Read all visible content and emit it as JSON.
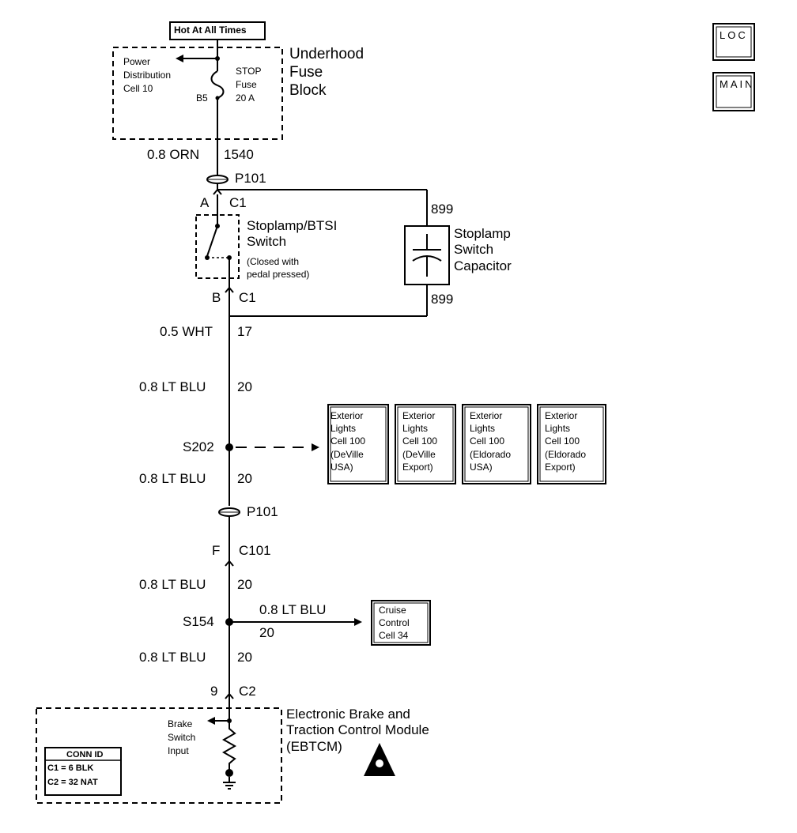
{
  "hot_label": "Hot At All Times",
  "icons": {
    "loc": "LOC",
    "main": "MAIN"
  },
  "fuse_block": {
    "title": "Underhood\nFuse\nBlock",
    "power_dist": "Power\nDistribution\nCell 10",
    "fuse_label": "STOP\nFuse\n20 A",
    "terminal": "B5"
  },
  "wire_top": {
    "gauge": "0.8 ORN",
    "circuit": "1540"
  },
  "connector_p101_top": "P101",
  "switch": {
    "pin_a": "A",
    "conn_a": "C1",
    "title": "Stoplamp/BTSI\nSwitch",
    "note": "(Closed with\npedal pressed)",
    "pin_b": "B",
    "conn_b": "C1"
  },
  "capacitor": {
    "title": "Stoplamp\nSwitch\nCapacitor",
    "circuit_top": "899",
    "circuit_bottom": "899"
  },
  "wire_17": {
    "gauge": "0.5 WHT",
    "circuit": "17"
  },
  "wire_20a": {
    "gauge": "0.8 LT BLU",
    "circuit": "20"
  },
  "splice_s202": "S202",
  "exterior_boxes": [
    "Exterior\nLights\nCell 100\n(DeVille\nUSA)",
    "Exterior\nLights\nCell 100\n(DeVille\nExport)",
    "Exterior\nLights\nCell 100\n(Eldorado\nUSA)",
    "Exterior\nLights\nCell 100\n(Eldorado\nExport)"
  ],
  "wire_20b": {
    "gauge": "0.8 LT BLU",
    "circuit": "20"
  },
  "connector_p101_bottom": "P101",
  "c101": {
    "pin": "F",
    "conn": "C101"
  },
  "wire_20c": {
    "gauge": "0.8 LT BLU",
    "circuit": "20"
  },
  "splice_s154": "S154",
  "cruise_wire": {
    "gauge": "0.8 LT BLU",
    "circuit": "20"
  },
  "cruise_box": "Cruise\nControl\nCell 34",
  "wire_20d": {
    "gauge": "0.8 LT BLU",
    "circuit": "20"
  },
  "c2": {
    "pin": "9",
    "conn": "C2"
  },
  "ebtcm": {
    "title": "Electronic Brake and\nTraction Control Module\n(EBTCM)",
    "input_label": "Brake\nSwitch\nInput",
    "conn_id_title": "CONN ID",
    "conn_ids": [
      "C1 = 6 BLK",
      "C2 = 32 NAT"
    ]
  }
}
